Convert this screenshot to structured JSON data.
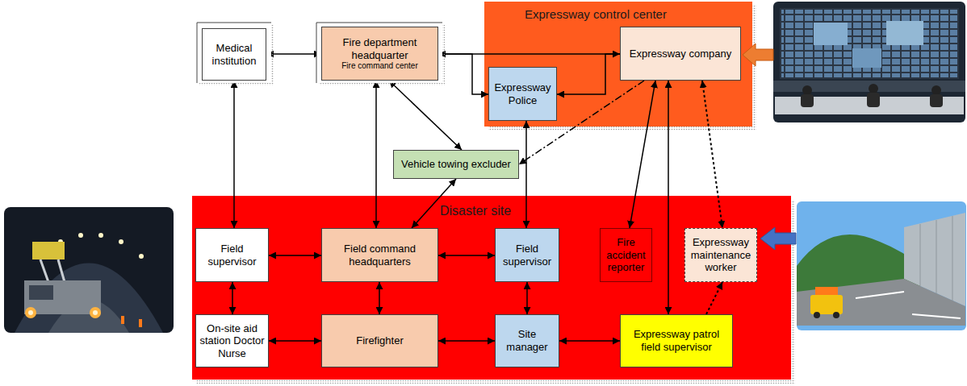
{
  "diagram": {
    "nodes": [
      {
        "text": [
          "Medical institution"
        ]
      },
      {
        "text": [
          "Fire department headquarter",
          "Fire command center"
        ]
      },
      {
        "text": [
          "Expressway control center"
        ]
      },
      {
        "text": [
          "Expressway Police"
        ],
        "in": 2
      },
      {
        "text": [
          "Expressway company"
        ],
        "in": 2
      },
      {
        "text": [
          "Vehicle towing excluder"
        ]
      },
      {
        "text": [
          "Disaster site"
        ]
      },
      {
        "text": [
          "Field supervisor"
        ],
        "in": 6
      },
      {
        "text": [
          "Field command headquarters"
        ],
        "in": 6
      },
      {
        "text": [
          "Field supervisor"
        ],
        "in": 6
      },
      {
        "text": [
          "Fire accident reporter"
        ],
        "in": 6
      },
      {
        "text": [
          "Expressway maintenance worker"
        ],
        "in": 6
      },
      {
        "text": [
          "On-site aid station Doctor Nurse"
        ],
        "in": 6
      },
      {
        "text": [
          "Firefighter"
        ],
        "in": 6
      },
      {
        "text": [
          "Site manager"
        ],
        "in": 6
      },
      {
        "text": [
          "Expressway patrol field supervisor"
        ],
        "in": 6
      }
    ],
    "edges": [
      {
        "from": 0,
        "to": 1,
        "arrow": "both"
      },
      {
        "from": 1,
        "to": 4,
        "arrow": "both"
      },
      {
        "from": 1,
        "to": 3,
        "arrow": "to"
      },
      {
        "from": 4,
        "to": 3,
        "arrow": "to"
      },
      {
        "from": 1,
        "to": 5,
        "arrow": "both"
      },
      {
        "from": 1,
        "to": 8,
        "arrow": "both"
      },
      {
        "from": 3,
        "to": 9,
        "arrow": "both"
      },
      {
        "from": 4,
        "to": 5,
        "arrow": "to"
      },
      {
        "from": 4,
        "to": 10,
        "arrow": "both"
      },
      {
        "from": 4,
        "to": 15,
        "arrow": "both"
      },
      {
        "from": 4,
        "to": 11,
        "arrow": "both"
      },
      {
        "from": 0,
        "to": 7,
        "arrow": "both"
      },
      {
        "from": 8,
        "to": 5,
        "arrow": "both"
      },
      {
        "from": 7,
        "to": 8,
        "arrow": "both"
      },
      {
        "from": 8,
        "to": 9,
        "arrow": "both"
      },
      {
        "from": 7,
        "to": 12,
        "arrow": "both"
      },
      {
        "from": 8,
        "to": 13,
        "arrow": "both"
      },
      {
        "from": 9,
        "to": 14,
        "arrow": "both"
      },
      {
        "from": 12,
        "to": 13,
        "arrow": "both"
      },
      {
        "from": 13,
        "to": 14,
        "arrow": "both"
      },
      {
        "from": 14,
        "to": 15,
        "arrow": "both"
      },
      {
        "from": 15,
        "to": 11,
        "arrow": "to"
      }
    ]
  }
}
